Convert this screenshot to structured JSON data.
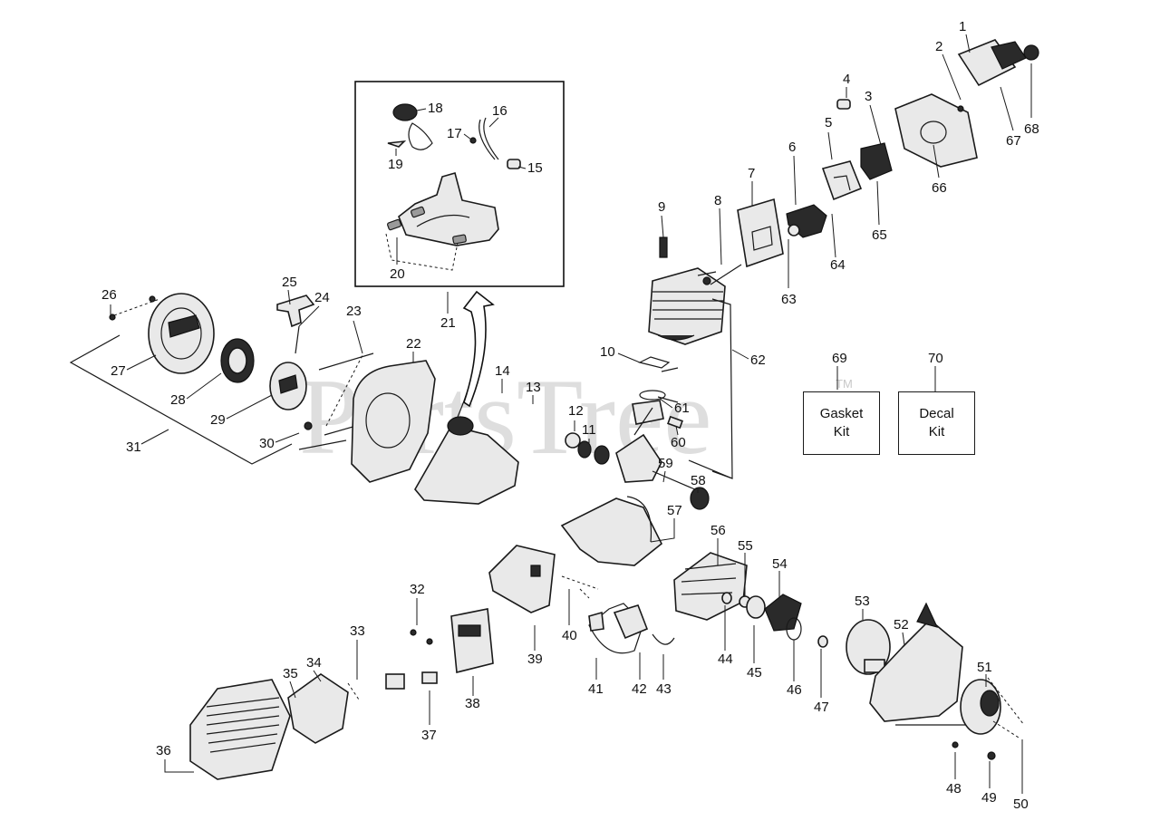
{
  "watermark": {
    "text": "PartsTree",
    "trademark": "TM"
  },
  "kits": {
    "gasket": {
      "number": "69",
      "label": "Gasket\nKit"
    },
    "decal": {
      "number": "70",
      "label": "Decal\nKit"
    }
  },
  "callouts": [
    "1",
    "2",
    "3",
    "4",
    "5",
    "6",
    "7",
    "8",
    "9",
    "10",
    "11",
    "12",
    "13",
    "14",
    "15",
    "16",
    "17",
    "18",
    "19",
    "20",
    "21",
    "22",
    "23",
    "24",
    "25",
    "26",
    "27",
    "28",
    "29",
    "30",
    "31",
    "32",
    "33",
    "34",
    "35",
    "36",
    "37",
    "38",
    "39",
    "40",
    "41",
    "42",
    "43",
    "44",
    "45",
    "46",
    "47",
    "48",
    "49",
    "50",
    "51",
    "52",
    "53",
    "54",
    "55",
    "56",
    "57",
    "58",
    "59",
    "60",
    "61",
    "62",
    "63",
    "64",
    "65",
    "66",
    "67",
    "68"
  ]
}
